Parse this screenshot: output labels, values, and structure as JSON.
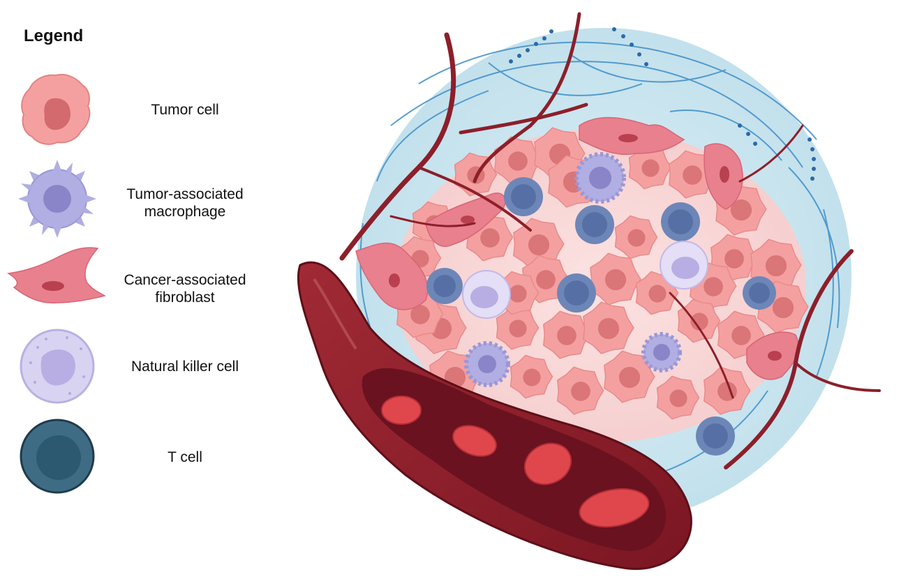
{
  "legend": {
    "title": "Legend",
    "items": [
      {
        "label_line1": "Tumor cell",
        "label_line2": "",
        "icon": "tumor-cell-icon",
        "color": "#f08d8f"
      },
      {
        "label_line1": "Tumor-associated",
        "label_line2": "macrophage",
        "icon": "macrophage-icon",
        "color": "#a9a5dc"
      },
      {
        "label_line1": "Cancer-associated",
        "label_line2": "fibroblast",
        "icon": "fibroblast-icon",
        "color": "#e8808e"
      },
      {
        "label_line1": "Natural killer cell",
        "label_line2": "",
        "icon": "nk-cell-icon",
        "color": "#d2cdef"
      },
      {
        "label_line1": "T cell",
        "label_line2": "",
        "icon": "t-cell-icon",
        "color": "#3f6c85"
      }
    ]
  },
  "colors": {
    "tumor": "#f4a0a0",
    "tumor_nucleus": "#d36a6e",
    "macrophage": "#b0aee2",
    "macrophage_nucleus": "#8a84c8",
    "fibroblast": "#e47f8b",
    "nk": "#d9d3f2",
    "nk_nucleus": "#b8aee3",
    "tcell": "#5e7fb0",
    "tcell_nucleus": "#4a6aa2",
    "stroma": "#cfe7f0",
    "vessel": "#8c1f2a",
    "rbc": "#e0474d",
    "ecm": "#3d8ec9"
  }
}
